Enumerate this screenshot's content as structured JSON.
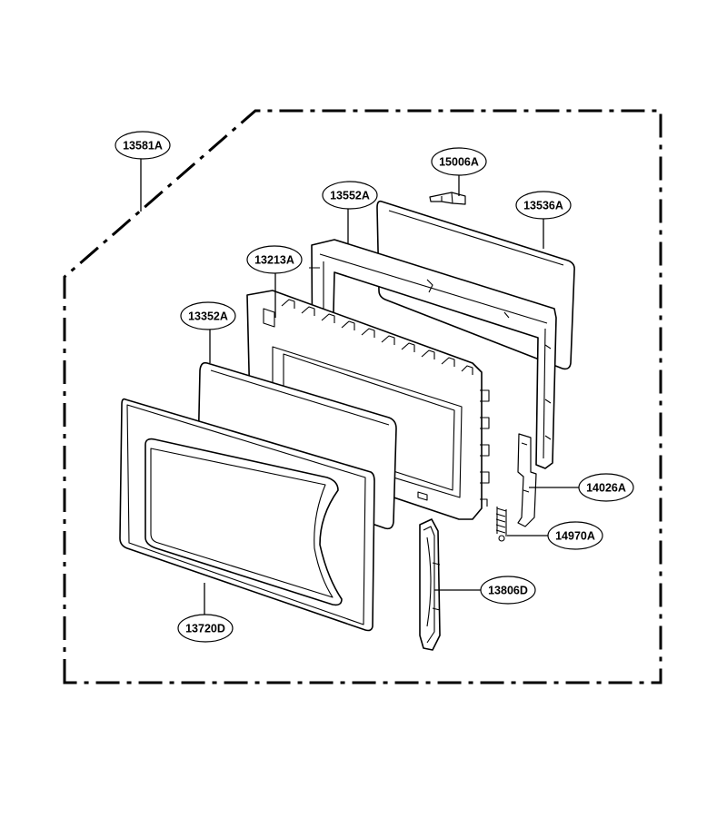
{
  "diagram": {
    "parts": [
      {
        "id": "13581A",
        "label": "13581A"
      },
      {
        "id": "15006A",
        "label": "15006A"
      },
      {
        "id": "13552A",
        "label": "13552A"
      },
      {
        "id": "13536A",
        "label": "13536A"
      },
      {
        "id": "13213A",
        "label": "13213A"
      },
      {
        "id": "13352A",
        "label": "13352A"
      },
      {
        "id": "14026A",
        "label": "14026A"
      },
      {
        "id": "14970A",
        "label": "14970A"
      },
      {
        "id": "13806D",
        "label": "13806D"
      },
      {
        "id": "13720D",
        "label": "13720D"
      }
    ]
  }
}
